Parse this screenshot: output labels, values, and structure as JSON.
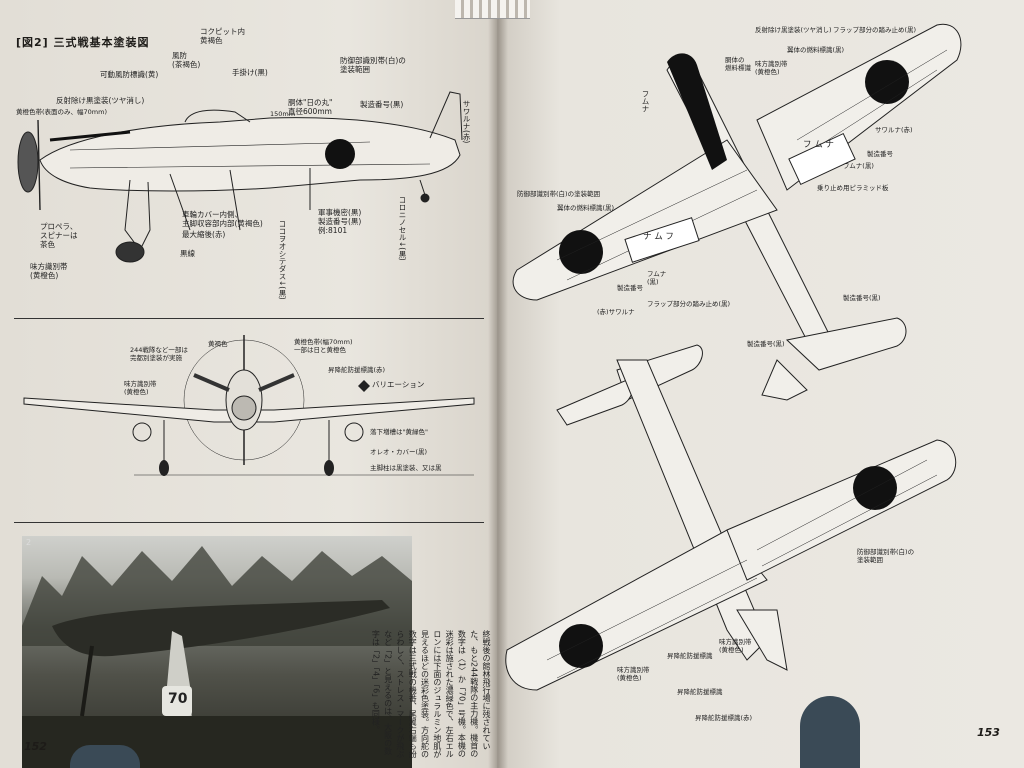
{
  "left_page": {
    "figure_title": "[図2]  三式戦基本塗装図",
    "side_view_labels": {
      "cockpit_interior": "コクピット内\n黄褐色",
      "windshield": "風防\n(茶褐色)",
      "canopy_color": "可動風防標識(黄)",
      "handgrip": "手掛け(黒)",
      "anti_glare": "反射除け黒塗装(ツヤ消し)",
      "yellow_stripe": "黄橙色帯(表面のみ、幅70mm)",
      "recognition_band": "防御部識別帯(白)の\n塗装範囲",
      "hinomaru": "胴体\"日の丸\"\n直径600mm",
      "manufacture_no": "製造番号(黒)",
      "dim_150": "150mm",
      "propeller": "プロペラ、\nスピナーは\n茶色",
      "wheel_cover": "車輪カバー内側、\n主脚収容部内部(黄褐色)",
      "max_fuel": "最大縮後(赤)",
      "black_line": "黒線",
      "friendly_band": "味方識別帯\n(黄橙色)",
      "military_insignia": "軍事機密(黒)\n製造番号(黒)\n例:8101",
      "kokoni": "ココヲオシテダス↓(黒)",
      "sauruna": "サワルナ(赤)",
      "koronia": "コロニノセル↓(黒)"
    },
    "front_view_labels": {
      "yellow_brown": "黄褐色",
      "fighter_note": "244戦隊など一部は\n完都別塗装が実施",
      "yellow_tip": "黄橙色帯(幅70mm)\n一部は日と黄橙色",
      "friendly": "味方識別帯\n(黄橙色)",
      "flap_mark": "昇降舵防援標識(赤)",
      "variation": "バリエーション",
      "drop_tank": "落下増槽は\"黄緑色\"",
      "oleo": "オレオ・カバー(黒)",
      "main_leg": "主脚柱は黒塗装、又は黒"
    },
    "photo_number": "2",
    "caption": "終戦後の館林飛行場に残されていた、もと244戦隊の主力機。機首の数字は〈1〉か「70」号機。本機の迷彩は施された濃緑色で、左右エルロンには下面のジュラルミン地肌が見えるほどの迷彩色塗装。方向舵の数字は三式戦の機番、尾翼右端も紛らわしく、ストレス・マークが飛ぶなど「2」と見えるのは、大阪の数字は「2」「4」「6」も同様。",
    "page_number": "152",
    "aircraft_code": "70"
  },
  "right_page": {
    "top_view_labels": {
      "anti_glare": "反射除け黒塗装(ツヤ消し)",
      "fuselage_tank": "胴体の\n燃料標識",
      "friendly_band": "味方識別帯\n(黄橙色)",
      "wing_tank": "翼体の燃料標識(黒)",
      "flap_step": "フラップ部分の踏み止め(黒)",
      "fumuna": "フムナ",
      "recognition_range": "防御部識別帯(白)の塗装範囲",
      "fuel_mark_black": "翼体の燃料標識(黒)",
      "manufacture_no": "製造番号",
      "sauruna_red": "サワルナ(赤)",
      "fumuna_black": "フムナ(黒)",
      "step_plate": "乗り止め用ピラミッド板",
      "wing_code_right": "フ ム ナ",
      "wing_code_left": "ナ ム フ",
      "sauruna_left": "(赤)サワルナ",
      "flap_step_left": "フラップ部分の踏み止め(黒)",
      "manufacture_left": "製造番号",
      "fumuna_left": "フムナ\n(黒)",
      "tail_no1": "製造番号(黒)",
      "tail_no2": "製造番号(黒)"
    },
    "bottom_view_labels": {
      "recognition_range": "防御部識別帯(白)の\n塗装範囲",
      "friendly_band": "味方識別帯\n(黄橙色)",
      "flap_mark": "昇降舵防援標識",
      "friendly_band2": "味方識別帯\n(黄橙色)",
      "undercarriage": "昇降舵防援標識",
      "stripe_bottom": "昇降舵防援標識(赤)"
    },
    "page_number": "153"
  },
  "colors": {
    "paper": "#e9e6df",
    "ink": "#1d1b18",
    "roundel": "#111111"
  }
}
